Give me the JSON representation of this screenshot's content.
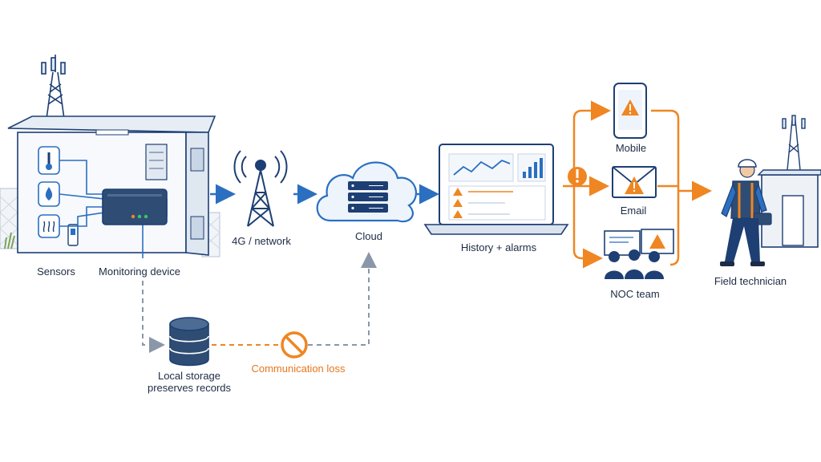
{
  "colors": {
    "navy": "#1d3f73",
    "blue": "#2b6fc1",
    "light_blue": "#dce9f8",
    "orange": "#ef8622",
    "gray": "#8a97a8",
    "text": "#1d2b44"
  },
  "labels": {
    "sensors": "Sensors",
    "monitoring_device": "Monitoring device",
    "network": "4G / network",
    "cloud": "Cloud",
    "history_alarms": "History + alarms",
    "mobile": "Mobile",
    "email": "Email",
    "noc_team": "NOC team",
    "field_technician": "Field technician",
    "local_storage_line1": "Local storage",
    "local_storage_line2": "preserves records",
    "communication_loss": "Communication loss"
  },
  "icons": {
    "shelter": "equipment-shelter-icon",
    "tower": "cell-tower-icon",
    "thermometer": "thermometer-icon",
    "humidity": "water-drop-icon",
    "smoke": "smoke-sensor-icon",
    "device": "monitoring-box-icon",
    "antenna": "antenna-icon",
    "cloud": "cloud-server-icon",
    "laptop": "laptop-dashboard-icon",
    "phone": "phone-alert-icon",
    "email": "email-alert-icon",
    "noc": "noc-team-icon",
    "technician": "technician-icon",
    "database": "database-icon",
    "no_entry": "no-entry-icon",
    "alert": "alert-exclamation-icon"
  }
}
